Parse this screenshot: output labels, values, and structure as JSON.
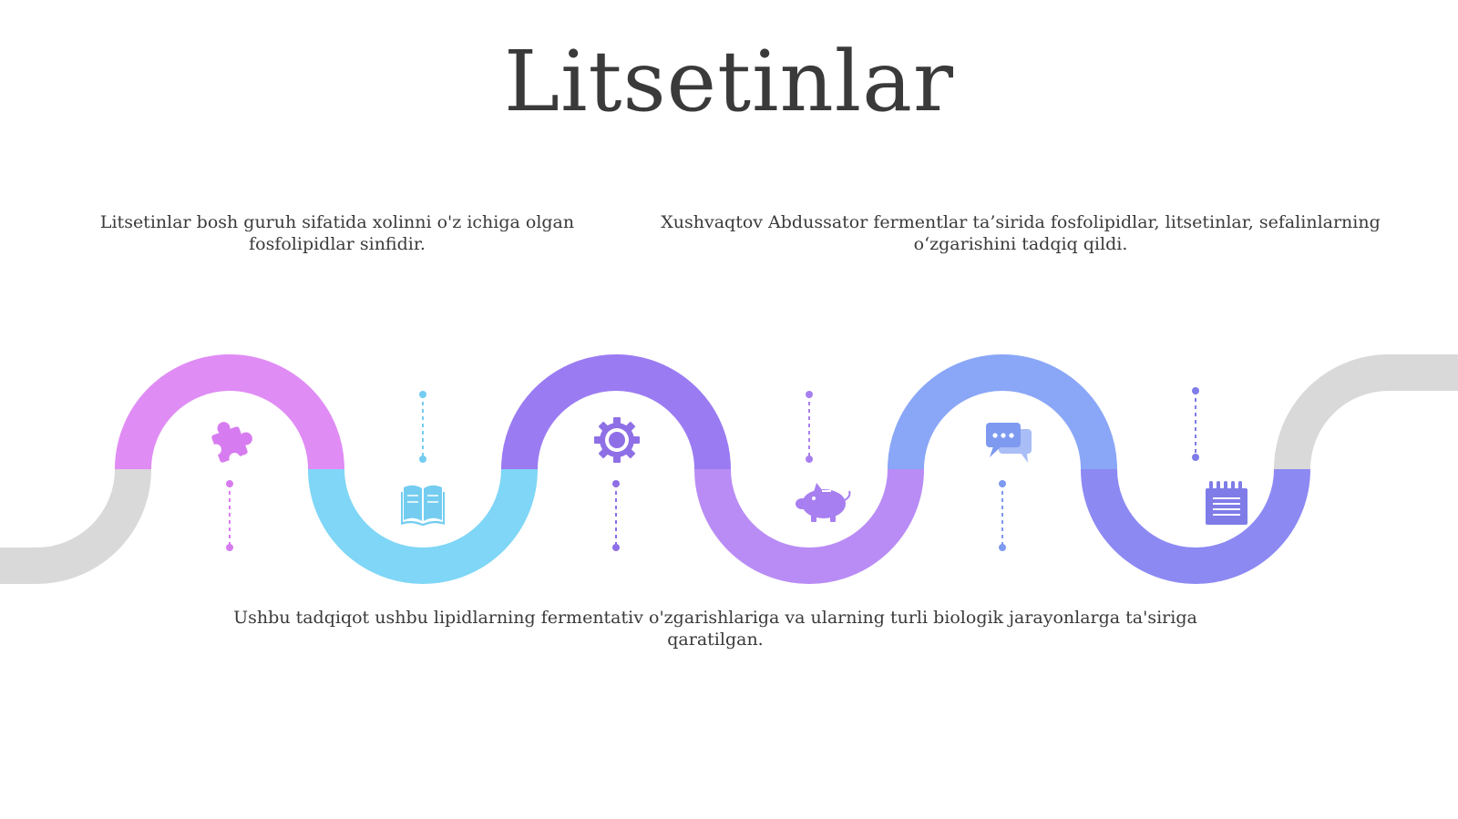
{
  "slide": {
    "title": "Litsetinlar",
    "captions": {
      "left": "Litsetinlar bosh guruh sifatida xolinni o'z ichiga olgan fosfolipidlar sinfidir.",
      "right": "Xushvaqtov Abdussator fermentlar ta’sirida fosfolipidlar, litsetinlar, sefalinlarning o‘zgarishini tadqiq qildi.",
      "bottom": "Ushbu tadqiqot ushbu lipidlarning fermentativ o'zgarishlariga va ularning turli biologik jarayonlarga ta'siriga qaratilgan."
    }
  },
  "wave": {
    "colors": {
      "gray": "#d9d9d9",
      "pink": "#e08cf5",
      "cyan": "#7fd6f6",
      "violet": "#9b7bf2",
      "lilac": "#b98cf5",
      "blue": "#8aa6f7",
      "indigo": "#8c89f3"
    },
    "icons": [
      {
        "name": "puzzle-icon",
        "color": "#d77cf0"
      },
      {
        "name": "book-icon",
        "color": "#74cdf0"
      },
      {
        "name": "gear-icon",
        "color": "#8f6fe6"
      },
      {
        "name": "piggy-bank-icon",
        "color": "#a87ff0"
      },
      {
        "name": "chat-icon",
        "color": "#7e9af0"
      },
      {
        "name": "notepad-icon",
        "color": "#7f7ce8"
      }
    ]
  }
}
